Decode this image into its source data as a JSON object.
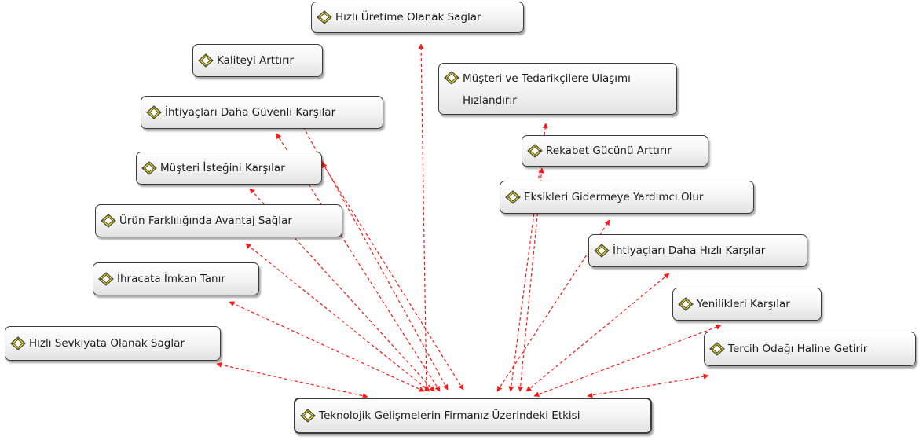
{
  "colors": {
    "edge": "#ff1a1a",
    "icon_fill": "#f7e600",
    "icon_stroke": "#4a4a4a"
  },
  "icon_name": "concept-node-icon",
  "center": {
    "label": "Teknolojik Gelişmelerin Firmanız Üzerindeki Etkisi"
  },
  "nodes": [
    {
      "label": "Hızlı Üretime Olanak Sağlar"
    },
    {
      "label": "Kaliteyi Arttırır"
    },
    {
      "label": "Müşteri ve Tedarikçilere Ulaşımı Hızlandırır"
    },
    {
      "label": "İhtiyaçları Daha Güvenli Karşılar"
    },
    {
      "label": "Rekabet Gücünü Arttırır"
    },
    {
      "label": "Müşteri İsteğini Karşılar"
    },
    {
      "label": "Eksikleri Gidermeye Yardımcı Olur"
    },
    {
      "label": "Ürün Farklılığında Avantaj Sağlar"
    },
    {
      "label": "İhtiyaçları Daha Hızlı Karşılar"
    },
    {
      "label": "İhracata İmkan Tanır"
    },
    {
      "label": "Yenilikleri Karşılar"
    },
    {
      "label": "Hızlı Sevkiyata Olanak Sağlar"
    },
    {
      "label": "Tercih Odağı Haline Getirir"
    }
  ]
}
